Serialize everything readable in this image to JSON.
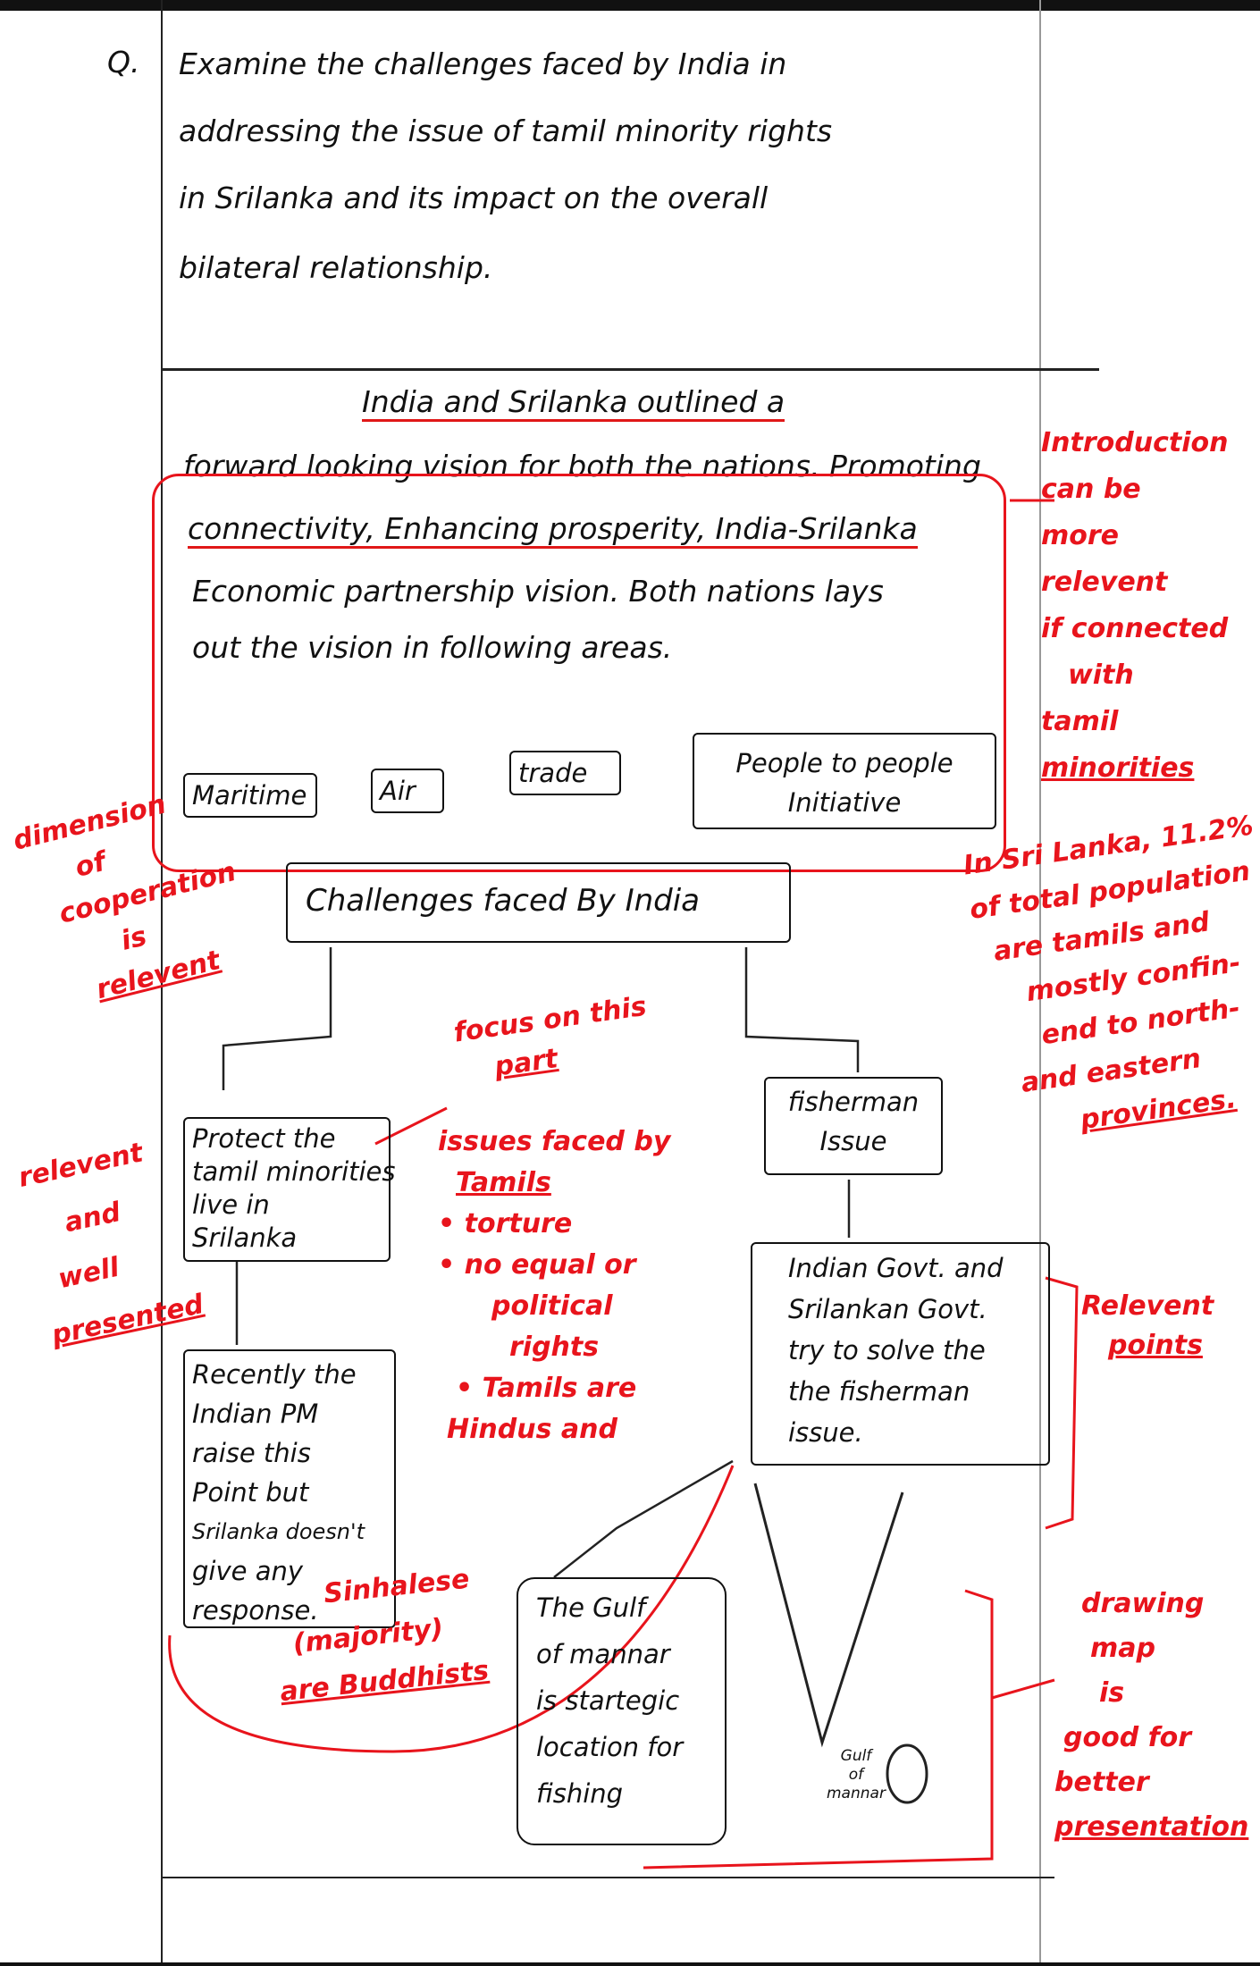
{
  "question": {
    "number": "Q.",
    "lines": [
      "Examine the challenges faced by India in",
      "addressing the issue of tamil minority rights",
      "in Srilanka and its impact on the overall",
      "bilateral relationship."
    ]
  },
  "answer": {
    "intro_lines": [
      "India and Srilanka outlined a",
      "forward looking vision for both the nations. Promoting",
      "connectivity, Enhancing prosperity, India-Srilanka",
      "Economic partnership vision. Both nations lays",
      "out the vision in following areas."
    ],
    "areas": [
      "Maritime",
      "Air",
      "trade",
      "People to people Initiative"
    ],
    "challenges_title": "Challenges faced By India",
    "left_branch": {
      "box1": [
        "Protect the",
        "tamil minorities",
        "live in",
        "Srilanka"
      ],
      "box2": [
        "Recently the",
        "Indian PM",
        "raise this",
        "Point but",
        "Srilanka doesn't",
        "give any",
        "response."
      ]
    },
    "right_branch": {
      "box1": [
        "fisherman",
        "Issue"
      ],
      "box2": [
        "Indian Govt. and",
        "Srilankan Govt.",
        "try to solve the",
        "the fisherman",
        "issue."
      ],
      "box3": [
        "The Gulf",
        "of mannar",
        "is startegic",
        "location for",
        "fishing"
      ],
      "map_label": [
        "Gulf",
        "of",
        "mannar"
      ]
    }
  },
  "evaluator_comments": {
    "intro": [
      "Introduction",
      "can be",
      "more",
      "relevent",
      "if connected",
      "with",
      "tamil",
      "minorities"
    ],
    "stats": [
      "In Sri Lanka, 11.2%",
      "of total population",
      "are tamils and",
      "mostly confin-",
      "end to north-",
      "and eastern",
      "provinces."
    ],
    "dimension": [
      "dimension",
      "of",
      "cooperation",
      "is",
      "relevent"
    ],
    "focus": [
      "focus on this",
      "part"
    ],
    "issues": [
      "issues faced by",
      "Tamils",
      "• torture",
      "• no equal or",
      "political",
      "rights",
      "• Tamils are",
      "Hindus and",
      "Sinhalese",
      "(majority)",
      "are Buddhists"
    ],
    "well_presented": [
      "relevent",
      "and",
      "well",
      "presented"
    ],
    "relevent_points": [
      "Relevent",
      "points"
    ],
    "map_comment": [
      "drawing",
      "map",
      "is",
      "good for",
      "better",
      "presentation"
    ]
  },
  "colors": {
    "ink": "#111111",
    "red": "#e8141c"
  }
}
